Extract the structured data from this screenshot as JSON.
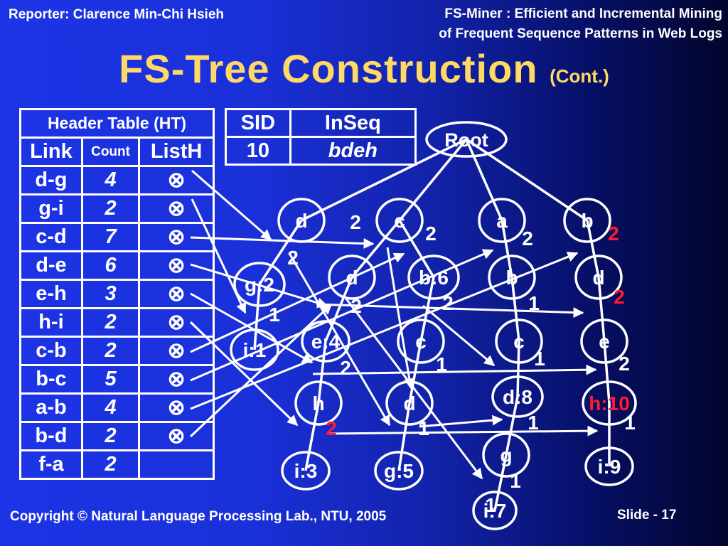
{
  "header": {
    "reporter": "Reporter: Clarence Min-Chi Hsieh",
    "paper_line1": "FS-Miner : Efficient and Incremental Mining",
    "paper_line2": "of Frequent Sequence Patterns in Web Logs"
  },
  "title": {
    "main": "FS-Tree Construction",
    "cont": "(Cont.)"
  },
  "header_table": {
    "caption": "Header Table (HT)",
    "columns": [
      "Link",
      "Count",
      "ListH"
    ],
    "rows": [
      {
        "link": "d-g",
        "count": "4",
        "listh": "⊗"
      },
      {
        "link": "g-i",
        "count": "2",
        "listh": "⊗"
      },
      {
        "link": "c-d",
        "count": "7",
        "listh": "⊗"
      },
      {
        "link": "d-e",
        "count": "6",
        "listh": "⊗"
      },
      {
        "link": "e-h",
        "count": "3",
        "listh": "⊗"
      },
      {
        "link": "h-i",
        "count": "2",
        "listh": "⊗"
      },
      {
        "link": "c-b",
        "count": "2",
        "listh": "⊗"
      },
      {
        "link": "b-c",
        "count": "5",
        "listh": "⊗"
      },
      {
        "link": "a-b",
        "count": "4",
        "listh": "⊗"
      },
      {
        "link": "b-d",
        "count": "2",
        "listh": "⊗"
      },
      {
        "link": "f-a",
        "count": "2",
        "listh": ""
      }
    ]
  },
  "sid_table": {
    "columns": [
      "SID",
      "InSeq"
    ],
    "rows": [
      {
        "sid": "10",
        "inseq": "bdeh"
      }
    ]
  },
  "tree": {
    "nodes": [
      {
        "id": "root",
        "label": "Root"
      },
      {
        "id": "d1",
        "label": "d"
      },
      {
        "id": "c1",
        "label": "c"
      },
      {
        "id": "a1",
        "label": "a"
      },
      {
        "id": "b1",
        "label": "b"
      },
      {
        "id": "g2",
        "label": "g:2"
      },
      {
        "id": "d2",
        "label": "d"
      },
      {
        "id": "b6",
        "label": "b:6"
      },
      {
        "id": "b2",
        "label": "b"
      },
      {
        "id": "d3",
        "label": "d"
      },
      {
        "id": "i1",
        "label": "i:1"
      },
      {
        "id": "e4",
        "label": "e:4"
      },
      {
        "id": "c2",
        "label": "c"
      },
      {
        "id": "c3",
        "label": "c"
      },
      {
        "id": "e5",
        "label": "e"
      },
      {
        "id": "h1",
        "label": "h"
      },
      {
        "id": "d4",
        "label": "d"
      },
      {
        "id": "d8",
        "label": "d:8"
      },
      {
        "id": "h10",
        "label": "h:10",
        "highlight": true
      },
      {
        "id": "i3",
        "label": "i:3"
      },
      {
        "id": "g5",
        "label": "g:5"
      },
      {
        "id": "g6",
        "label": "g"
      },
      {
        "id": "i9",
        "label": "i:9"
      },
      {
        "id": "i7",
        "label": "i:7"
      }
    ],
    "counts": [
      {
        "value": "2"
      },
      {
        "value": "2"
      },
      {
        "value": "2"
      },
      {
        "value": "2",
        "highlight": true
      },
      {
        "value": "2"
      },
      {
        "value": "2"
      },
      {
        "value": "2",
        "highlight": true
      },
      {
        "value": "1"
      },
      {
        "value": "2"
      },
      {
        "value": "1"
      },
      {
        "value": "2"
      },
      {
        "value": "1"
      },
      {
        "value": "1"
      },
      {
        "value": "2"
      },
      {
        "value": "2",
        "highlight": true
      },
      {
        "value": "1"
      },
      {
        "value": "1"
      },
      {
        "value": "1"
      },
      {
        "value": "1"
      },
      {
        "value": "1"
      }
    ]
  },
  "colors": {
    "title": "#ffd966",
    "highlight": "#ff1a2e",
    "line": "#ffffff"
  },
  "footer": {
    "copyright": "Copyright © Natural Language Processing Lab., NTU,  2005",
    "slide": "Slide - 17"
  }
}
